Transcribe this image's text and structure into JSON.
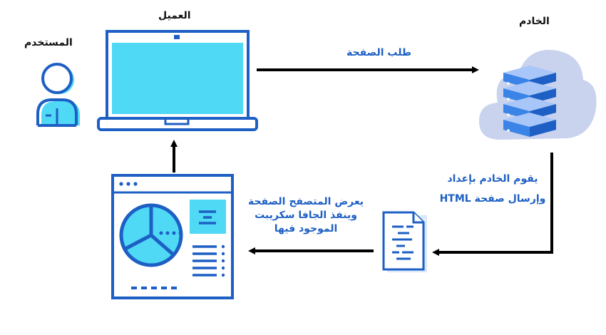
{
  "labels": {
    "client": "العميل",
    "server": "الخادم",
    "user": "المستخدم"
  },
  "steps": {
    "request": "طلب الصفحة",
    "server_line1": "يقوم الخادم بإعداد",
    "server_line2": "وإرسال صفحة HTML",
    "browser_line1": "يعرض المتصفح الصفحة",
    "browser_line2": "وينفذ الجافا سكريبت",
    "browser_line3": "الموجود فيها"
  },
  "colors": {
    "primary_blue": "#1d5fc4",
    "screen_cyan": "#4fd9f5",
    "light_blue": "#6fa8f5",
    "cloud": "#c9d3ee",
    "arrow": "#000000",
    "label_text": "#111111"
  }
}
